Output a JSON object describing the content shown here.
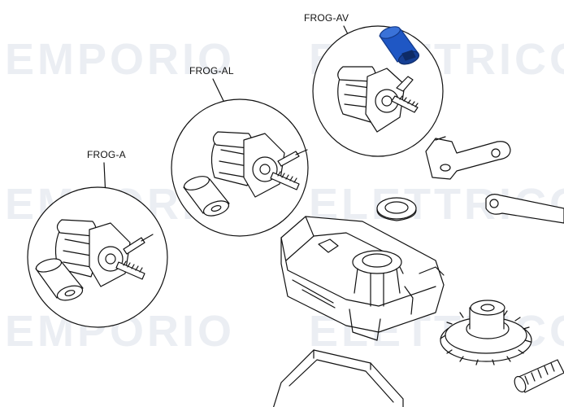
{
  "watermark": {
    "word_left": "EMPORIO",
    "word_right": "ELETTRICO",
    "color": "#e8ecf2"
  },
  "labels": {
    "frog_av": "FROG-AV",
    "frog_al": "FROG-AL",
    "frog_a": "FROG-A"
  },
  "colors": {
    "line": "#111111",
    "highlight_part": "#1f57c4",
    "highlight_dark": "#133a8a",
    "background": "#ffffff"
  }
}
